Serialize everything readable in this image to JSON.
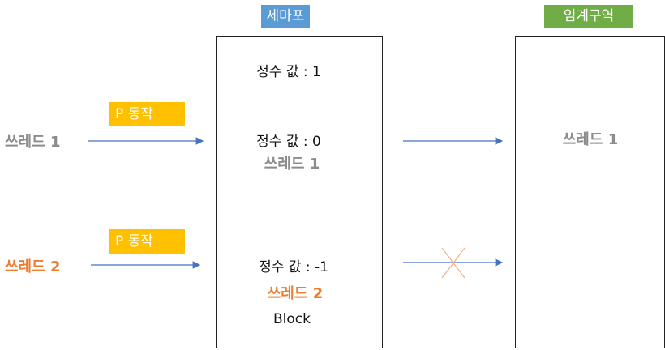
{
  "semaphore": {
    "title": "세마포",
    "value1": "정수 값 : 1",
    "value2": "정수 값 : 0",
    "owner2": "쓰레드 1",
    "value3": "정수 값 : -1",
    "owner3": "쓰레드 2",
    "block": "Block"
  },
  "critical_section": {
    "title": "임계구역",
    "occupant": "쓰레드 1"
  },
  "threads": [
    {
      "label": "쓰레드 1",
      "action": "P 동작"
    },
    {
      "label": "쓰레드 2",
      "action": "P 동작"
    }
  ],
  "colors": {
    "semaphore_tag": "#5b9bd5",
    "critical_tag": "#70ad47",
    "action_tag": "#ffc000",
    "thread1": "#8c8c8c",
    "thread2": "#ed7d31",
    "arrow": "#4472c4",
    "blocked_cross": "#f4b183"
  }
}
